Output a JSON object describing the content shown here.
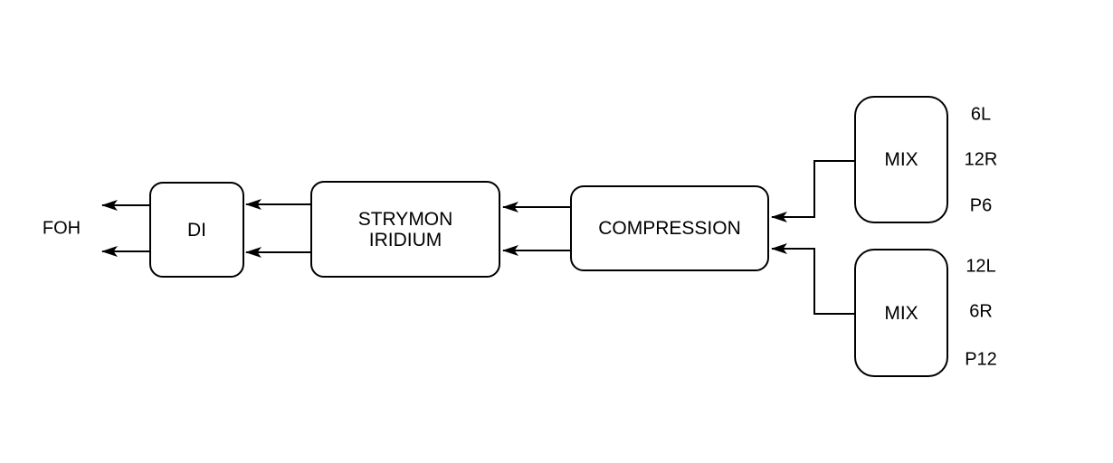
{
  "diagram": {
    "type": "signal-flow",
    "background_color": "#ffffff",
    "stroke_color": "#000000",
    "text_color": "#000000",
    "nodes": {
      "foh": {
        "label": "FOH"
      },
      "di": {
        "label": "DI"
      },
      "strymon": {
        "label_line1": "STRYMON",
        "label_line2": "IRIDIUM"
      },
      "compression": {
        "label": "COMPRESSION"
      },
      "mix_top": {
        "label": "MIX",
        "ports": [
          "6L",
          "12R",
          "P6"
        ]
      },
      "mix_bottom": {
        "label": "MIX",
        "ports": [
          "12L",
          "6R",
          "P12"
        ]
      }
    },
    "edges": [
      {
        "from": "di",
        "to": "foh",
        "lines": 2,
        "arrow": "left"
      },
      {
        "from": "strymon_iridium",
        "to": "di",
        "lines": 2,
        "arrow": "left"
      },
      {
        "from": "compression",
        "to": "strymon_iridium",
        "lines": 2,
        "arrow": "left"
      },
      {
        "from": "mix_top",
        "to": "compression",
        "lines": 1,
        "arrow": "left",
        "routing": "orthogonal"
      },
      {
        "from": "mix_bottom",
        "to": "compression",
        "lines": 1,
        "arrow": "left",
        "routing": "orthogonal"
      }
    ],
    "flow_order": "MIX -> COMPRESSION -> STRYMON IRIDIUM -> DI -> FOH"
  }
}
